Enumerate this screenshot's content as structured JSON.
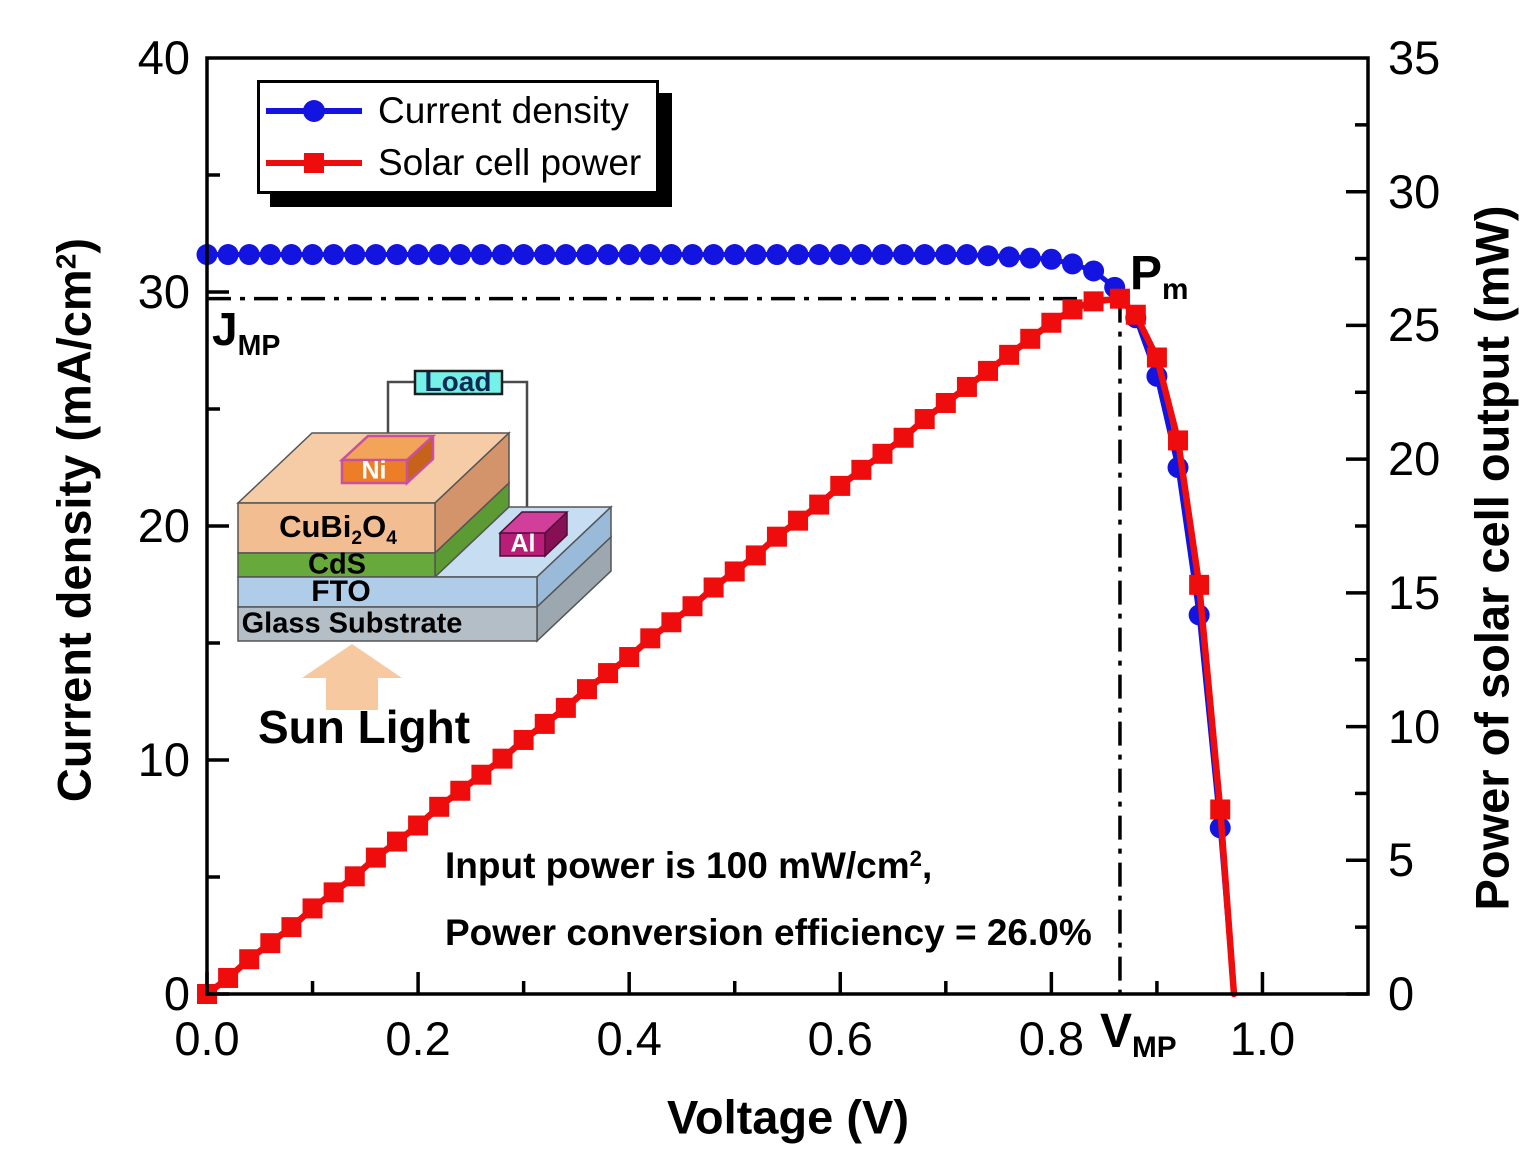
{
  "legend": {
    "items": [
      {
        "label": "Current density",
        "color": "#1414e0",
        "marker": "circle"
      },
      {
        "label": "Solar cell power",
        "color": "#ee0c0c",
        "marker": "square"
      }
    ]
  },
  "axes": {
    "x": {
      "title": "Voltage (V)",
      "min": 0,
      "max": 1.1,
      "major_tick_step": 0.2,
      "minor_tick_step": 0.1,
      "tick_values": [
        0.0,
        0.2,
        0.4,
        0.6,
        0.8,
        1.0
      ],
      "tick_labels": [
        "0.0",
        "0.2",
        "0.4",
        "0.6",
        "0.8",
        "1.0"
      ]
    },
    "y_left": {
      "title_pre": "Current density (mA/cm",
      "title_sup": "2",
      "title_post": ")",
      "min": 0,
      "max": 40,
      "major_tick_step": 10,
      "minor_tick_step": 5,
      "tick_values": [
        0,
        10,
        20,
        30,
        40
      ],
      "tick_labels": [
        "0",
        "10",
        "20",
        "30",
        "40"
      ]
    },
    "y_right": {
      "title": "Power of solar cell output (mW)",
      "min": 0,
      "max": 35,
      "major_tick_step": 5,
      "minor_tick_step": 2.5,
      "tick_values": [
        0,
        5,
        10,
        15,
        20,
        25,
        30,
        35
      ],
      "tick_labels": [
        "0",
        "5",
        "10",
        "15",
        "20",
        "25",
        "30",
        "35"
      ]
    }
  },
  "chart_data": {
    "type": "line",
    "xlabel": "Voltage (V)",
    "ylabel_left": "Current density (mA/cm2)",
    "ylabel_right": "Power of solar cell output (mW)",
    "xlim": [
      0,
      1.1
    ],
    "ylim_left": [
      0,
      40
    ],
    "ylim_right": [
      0,
      35
    ],
    "grid": false,
    "legend_position": "top-left",
    "series": [
      {
        "name": "Current density",
        "axis": "left",
        "color": "#1414e0",
        "marker": "circle",
        "line_width": 5,
        "marker_size": 21,
        "points": [
          [
            0.0,
            31.6
          ],
          [
            0.02,
            31.6
          ],
          [
            0.04,
            31.6
          ],
          [
            0.06,
            31.6
          ],
          [
            0.08,
            31.6
          ],
          [
            0.1,
            31.6
          ],
          [
            0.12,
            31.6
          ],
          [
            0.14,
            31.6
          ],
          [
            0.16,
            31.6
          ],
          [
            0.18,
            31.6
          ],
          [
            0.2,
            31.6
          ],
          [
            0.22,
            31.6
          ],
          [
            0.24,
            31.6
          ],
          [
            0.26,
            31.6
          ],
          [
            0.28,
            31.6
          ],
          [
            0.3,
            31.6
          ],
          [
            0.32,
            31.6
          ],
          [
            0.34,
            31.6
          ],
          [
            0.36,
            31.6
          ],
          [
            0.38,
            31.6
          ],
          [
            0.4,
            31.6
          ],
          [
            0.42,
            31.6
          ],
          [
            0.44,
            31.6
          ],
          [
            0.46,
            31.6
          ],
          [
            0.48,
            31.6
          ],
          [
            0.5,
            31.6
          ],
          [
            0.52,
            31.6
          ],
          [
            0.54,
            31.6
          ],
          [
            0.56,
            31.6
          ],
          [
            0.58,
            31.6
          ],
          [
            0.6,
            31.6
          ],
          [
            0.62,
            31.6
          ],
          [
            0.64,
            31.6
          ],
          [
            0.66,
            31.6
          ],
          [
            0.68,
            31.6
          ],
          [
            0.7,
            31.6
          ],
          [
            0.72,
            31.6
          ],
          [
            0.74,
            31.55
          ],
          [
            0.76,
            31.5
          ],
          [
            0.78,
            31.45
          ],
          [
            0.8,
            31.4
          ],
          [
            0.82,
            31.2
          ],
          [
            0.84,
            30.9
          ],
          [
            0.86,
            30.2
          ],
          [
            0.88,
            28.9
          ],
          [
            0.9,
            26.4
          ],
          [
            0.92,
            22.5
          ],
          [
            0.94,
            16.2
          ],
          [
            0.96,
            7.1
          ]
        ],
        "tail": [
          0.973,
          0
        ]
      },
      {
        "name": "Solar cell power",
        "axis": "right",
        "color": "#ee0c0c",
        "marker": "square",
        "line_width": 6.5,
        "marker_size": 21,
        "points": [
          [
            0.0,
            0.0
          ],
          [
            0.02,
            0.6
          ],
          [
            0.04,
            1.3
          ],
          [
            0.06,
            1.9
          ],
          [
            0.08,
            2.5
          ],
          [
            0.1,
            3.2
          ],
          [
            0.12,
            3.8
          ],
          [
            0.14,
            4.4
          ],
          [
            0.16,
            5.1
          ],
          [
            0.18,
            5.7
          ],
          [
            0.2,
            6.3
          ],
          [
            0.22,
            7.0
          ],
          [
            0.24,
            7.6
          ],
          [
            0.26,
            8.2
          ],
          [
            0.28,
            8.8
          ],
          [
            0.3,
            9.5
          ],
          [
            0.32,
            10.1
          ],
          [
            0.34,
            10.7
          ],
          [
            0.36,
            11.4
          ],
          [
            0.38,
            12.0
          ],
          [
            0.4,
            12.6
          ],
          [
            0.42,
            13.3
          ],
          [
            0.44,
            13.9
          ],
          [
            0.46,
            14.5
          ],
          [
            0.48,
            15.2
          ],
          [
            0.5,
            15.8
          ],
          [
            0.52,
            16.4
          ],
          [
            0.54,
            17.1
          ],
          [
            0.56,
            17.7
          ],
          [
            0.58,
            18.3
          ],
          [
            0.6,
            19.0
          ],
          [
            0.62,
            19.6
          ],
          [
            0.64,
            20.2
          ],
          [
            0.66,
            20.8
          ],
          [
            0.68,
            21.5
          ],
          [
            0.7,
            22.1
          ],
          [
            0.72,
            22.7
          ],
          [
            0.74,
            23.3
          ],
          [
            0.76,
            23.9
          ],
          [
            0.78,
            24.5
          ],
          [
            0.8,
            25.1
          ],
          [
            0.82,
            25.6
          ],
          [
            0.84,
            25.9
          ],
          [
            0.865,
            26.0
          ],
          [
            0.88,
            25.4
          ],
          [
            0.9,
            23.8
          ],
          [
            0.92,
            20.7
          ],
          [
            0.94,
            15.3
          ],
          [
            0.96,
            6.9
          ]
        ],
        "tail": [
          0.973,
          0
        ]
      }
    ],
    "guides": {
      "v_mp_volts": 0.865,
      "p_m_mw": 26.0,
      "j_mp_ma": 29.7
    }
  },
  "annotations": {
    "j_mp": {
      "main": "J",
      "sub": "MP"
    },
    "p_m": {
      "main": "P",
      "sub": "m"
    },
    "v_mp": {
      "main": "V",
      "sub": "MP"
    },
    "note_line1_pre": "Input power is 100 mW/cm",
    "note_line1_sup": "2",
    "note_line1_post": ",",
    "note_line2": "Power conversion efficiency = 26.0%"
  },
  "inset": {
    "load_label": "Load",
    "ni_label": "Ni",
    "al_label": "Al",
    "cubi": {
      "p1": "CuBi",
      "s1": "2",
      "p2": "O",
      "s2": "4"
    },
    "cds_label": "CdS",
    "fto_label": "FTO",
    "glass_label": "Glass Substrate",
    "sun_label": "Sun Light",
    "colors": {
      "cubi_front": "#f3bd92",
      "cubi_top": "#f6cca7",
      "cubi_side": "#d3936b",
      "cds_front": "#68a93c",
      "cds_side": "#5c9a33",
      "fto_front": "#afcde9",
      "fto_top": "#c6ddf2",
      "fto_side": "#99bad8",
      "glass_front": "#b3bec7",
      "glass_side": "#9ca7b0",
      "ni_front": "#ec7e27",
      "ni_top": "#f2a458",
      "ni_side": "#c66318",
      "ni_border": "#c8509e",
      "al_front": "#b81e77",
      "al_top": "#d23f9b",
      "al_side": "#871055",
      "al_border": "#4a0f38",
      "load_fill": "#74f1e8",
      "load_border": "#1c1c1c",
      "load_text": "#0d2a52",
      "wire": "#4a4a4a",
      "sun_arrow": "#f6c9a0"
    }
  }
}
